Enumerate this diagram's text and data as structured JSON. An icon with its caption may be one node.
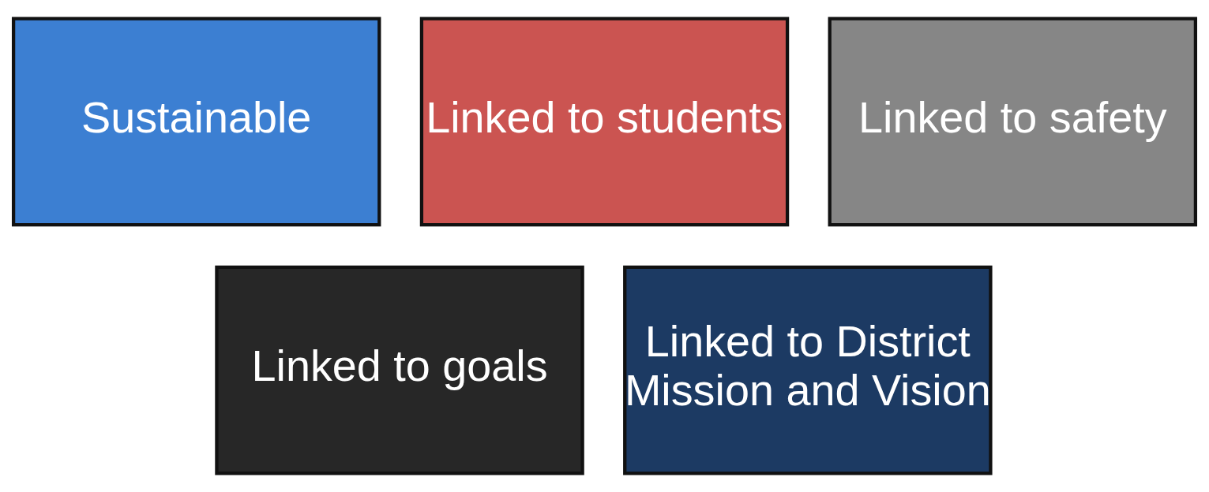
{
  "diagram": {
    "nodes": [
      {
        "text": [
          "Sustainable"
        ]
      },
      {
        "text": [
          "Linked to students"
        ]
      },
      {
        "text": [
          "Linked to safety"
        ]
      },
      {
        "text": [
          "Linked to goals"
        ]
      },
      {
        "text": [
          "Linked to District Mission and Vision"
        ]
      }
    ]
  }
}
